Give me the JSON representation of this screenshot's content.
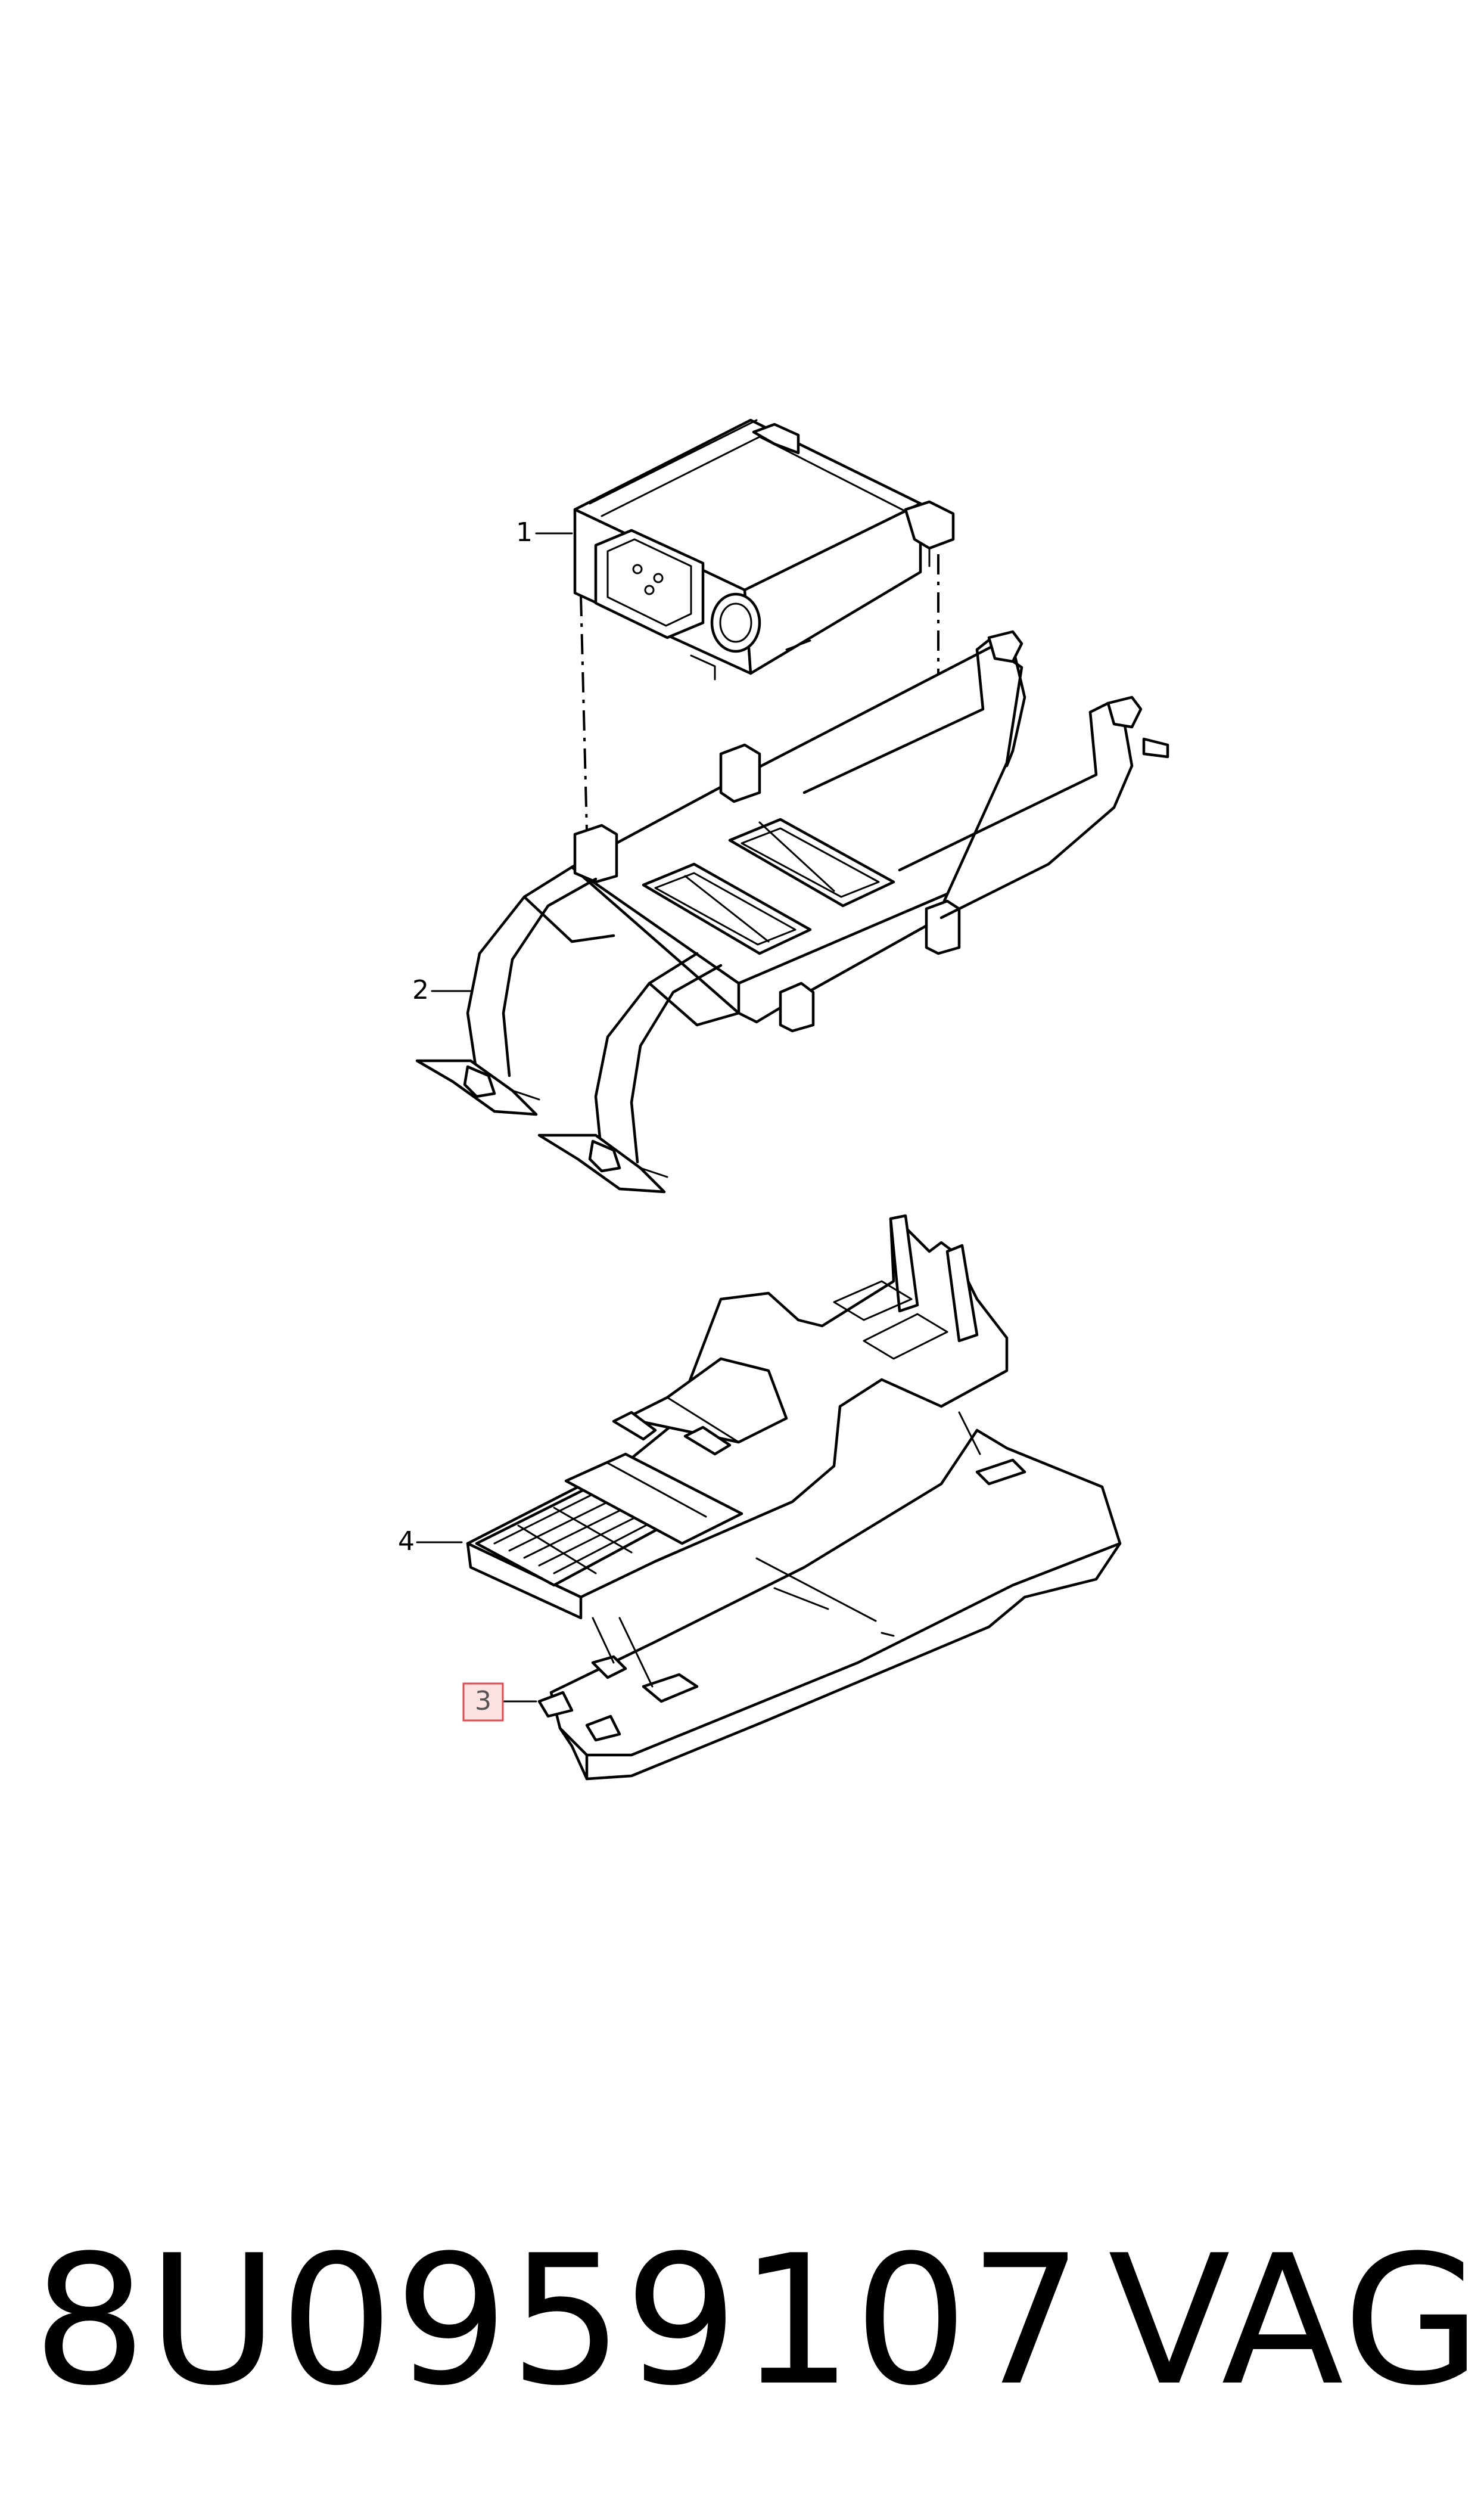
{
  "callouts": [
    {
      "id": "1",
      "label": "1"
    },
    {
      "id": "2",
      "label": "2"
    },
    {
      "id": "3",
      "label": "3",
      "highlighted": true,
      "highlight_color": "#e5484d"
    },
    {
      "id": "4",
      "label": "4"
    }
  ],
  "footer": {
    "part_number": "8U0959107",
    "brand": "VAG"
  },
  "colors": {
    "line": "#000000",
    "background": "#ffffff",
    "highlight_fill": "#fde2e2"
  }
}
